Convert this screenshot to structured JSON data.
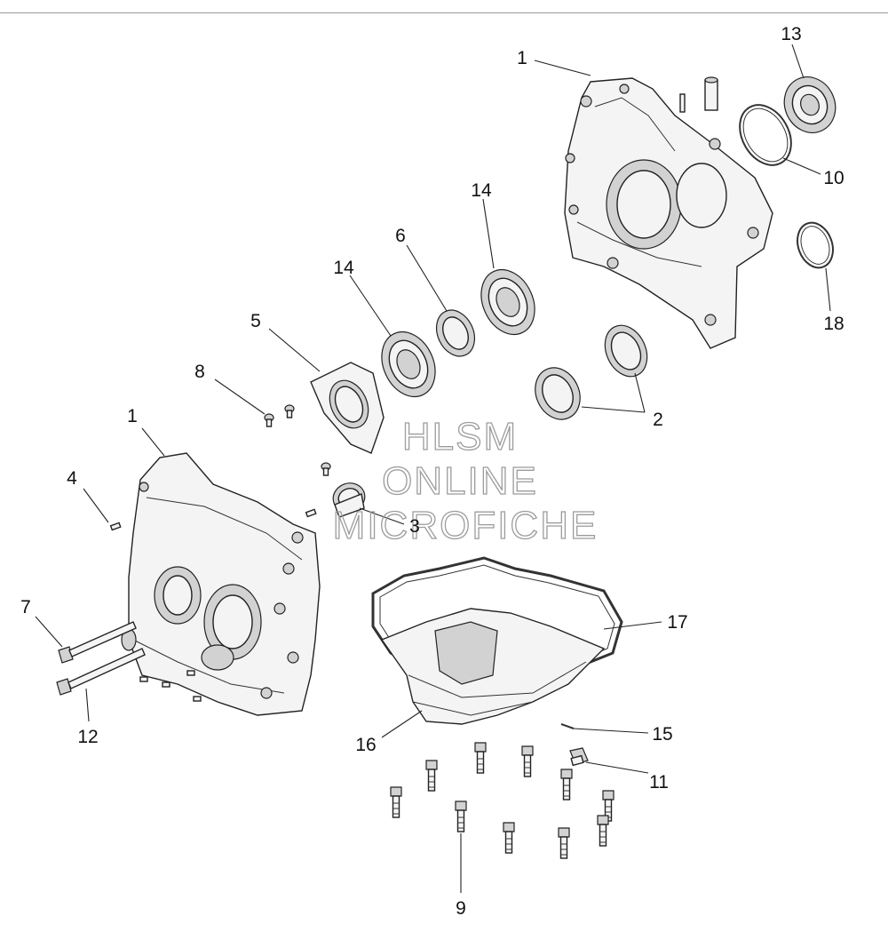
{
  "watermark": {
    "line1": "HLSM",
    "line2": "ONLINE",
    "line3": "MICROFICHE"
  },
  "callouts": [
    {
      "id": "1a",
      "text": "1"
    },
    {
      "id": "13",
      "text": "13"
    },
    {
      "id": "10",
      "text": "10"
    },
    {
      "id": "14a",
      "text": "14"
    },
    {
      "id": "6",
      "text": "6"
    },
    {
      "id": "14b",
      "text": "14"
    },
    {
      "id": "5",
      "text": "5"
    },
    {
      "id": "18",
      "text": "18"
    },
    {
      "id": "8",
      "text": "8"
    },
    {
      "id": "2",
      "text": "2"
    },
    {
      "id": "1b",
      "text": "1"
    },
    {
      "id": "4",
      "text": "4"
    },
    {
      "id": "3",
      "text": "3"
    },
    {
      "id": "7",
      "text": "7"
    },
    {
      "id": "17",
      "text": "17"
    },
    {
      "id": "12",
      "text": "12"
    },
    {
      "id": "16",
      "text": "16"
    },
    {
      "id": "15",
      "text": "15"
    },
    {
      "id": "11",
      "text": "11"
    },
    {
      "id": "9",
      "text": "9"
    }
  ]
}
